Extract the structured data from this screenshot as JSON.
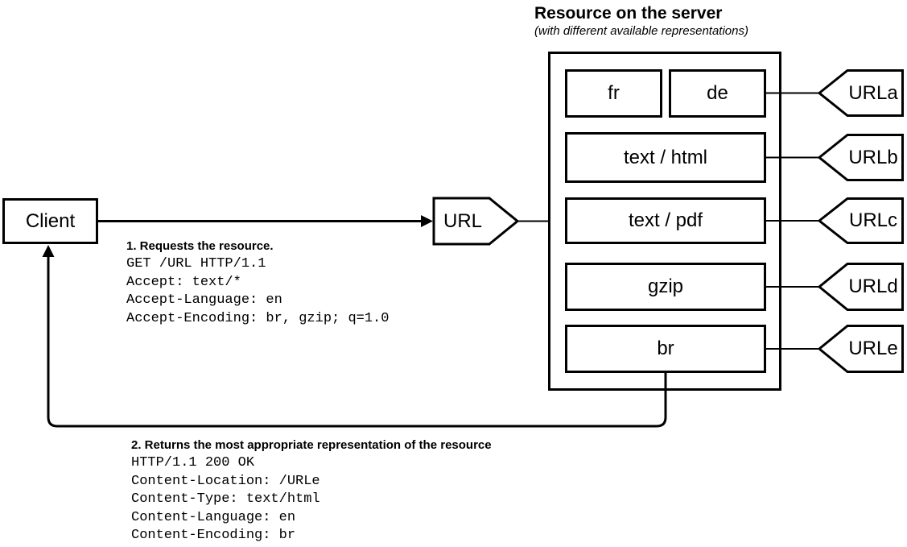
{
  "page": {
    "background": "#ffffff",
    "line_color": "#000000"
  },
  "server_title": {
    "heading": "Resource on the server",
    "subtitle": "(with different available representations)"
  },
  "client": {
    "label": "Client"
  },
  "url_tag": {
    "label": "URL"
  },
  "server": {
    "representations": [
      {
        "label": "fr"
      },
      {
        "label": "de"
      },
      {
        "label": "text / html"
      },
      {
        "label": "text / pdf"
      },
      {
        "label": "gzip"
      },
      {
        "label": "br"
      }
    ],
    "variant_urls": [
      {
        "label": "URLa"
      },
      {
        "label": "URLb"
      },
      {
        "label": "URLc"
      },
      {
        "label": "URLd"
      },
      {
        "label": "URLe"
      }
    ]
  },
  "request": {
    "heading": "1. Requests the resource.",
    "lines": [
      "GET /URL HTTP/1.1",
      "Accept: text/*",
      "Accept-Language: en",
      "Accept-Encoding: br, gzip; q=1.0"
    ]
  },
  "response": {
    "heading": "2. Returns the most appropriate representation of the resource",
    "lines": [
      "HTTP/1.1 200 OK",
      "Content-Location: /URLe",
      "Content-Type: text/html",
      "Content-Language: en",
      "Content-Encoding: br"
    ]
  }
}
